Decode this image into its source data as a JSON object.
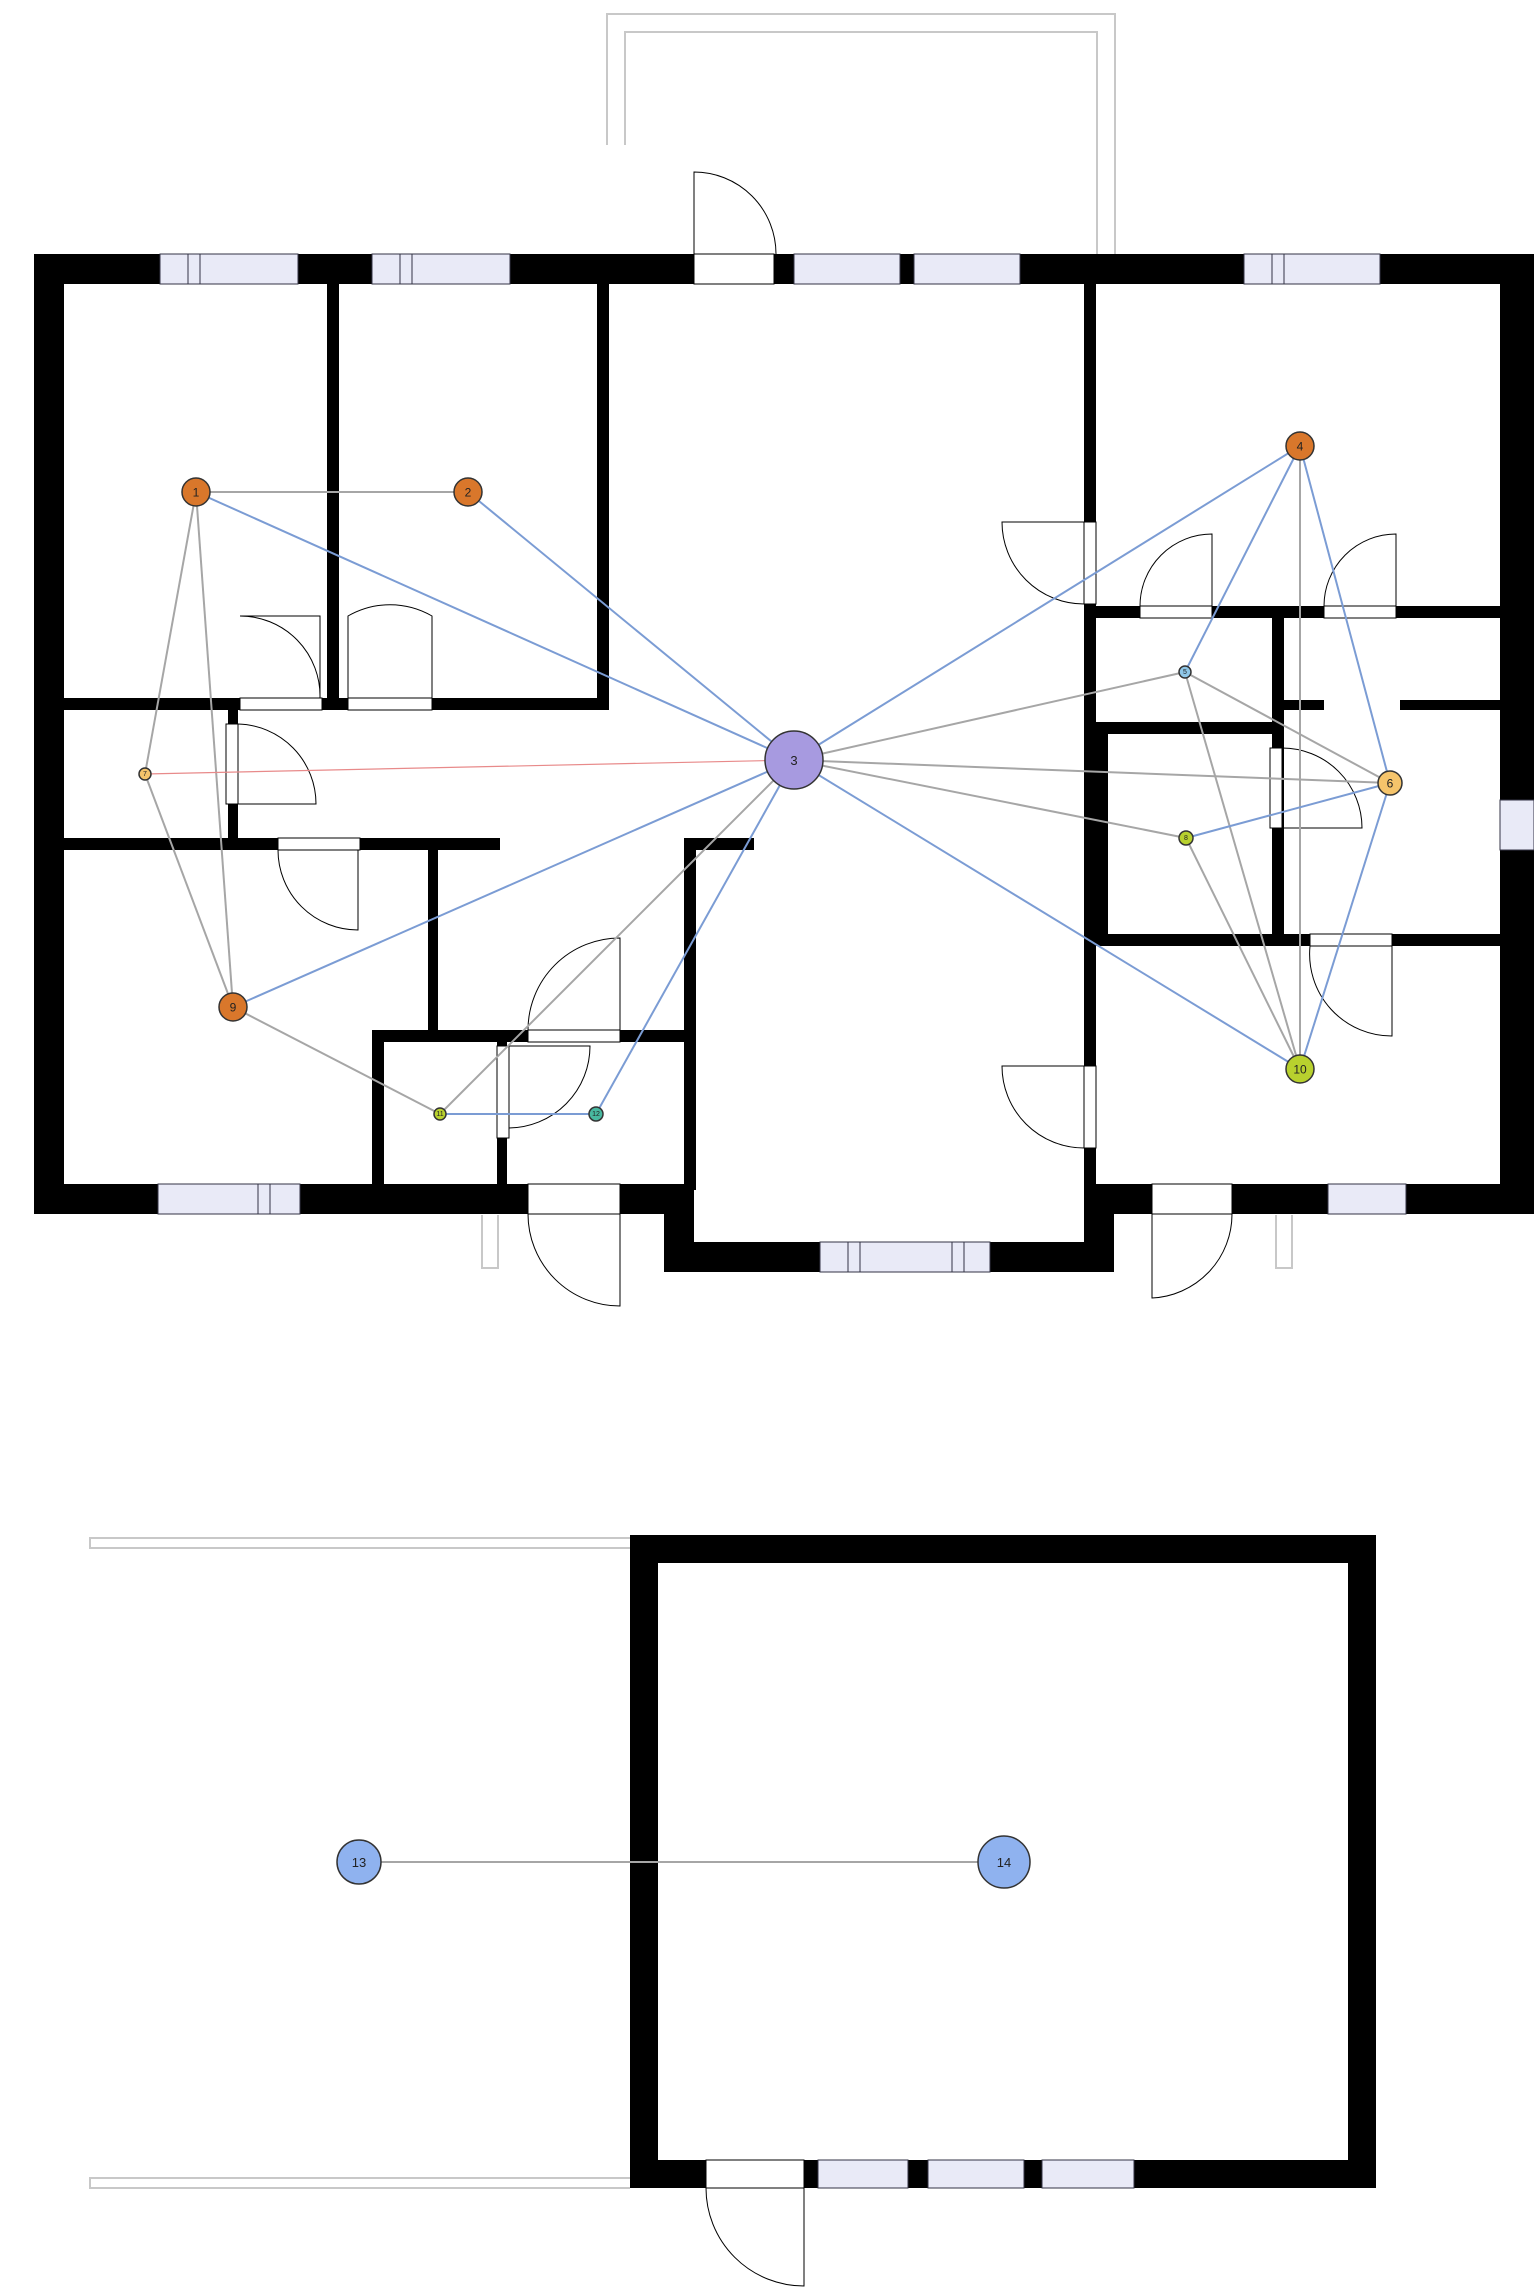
{
  "diagram": {
    "type": "floor-plan-graph",
    "colors": {
      "edge_gray": "#a6a6a6",
      "edge_blue": "#7b9cd4",
      "edge_red": "#e88a8a",
      "node_orange": "#d9772b",
      "node_purple": "#a79ae0",
      "node_yellow": "#f5c46b",
      "node_lime": "#b8d12e",
      "node_teal": "#48b8a0",
      "node_sky": "#8fc7e8",
      "node_blue": "#8fb2ef"
    },
    "nodes": [
      {
        "id": "1",
        "label": "1",
        "color": "#d9772b"
      },
      {
        "id": "2",
        "label": "2",
        "color": "#d9772b"
      },
      {
        "id": "3",
        "label": "3",
        "color": "#a79ae0"
      },
      {
        "id": "4",
        "label": "4",
        "color": "#d9772b"
      },
      {
        "id": "5",
        "label": "5",
        "color": "#8fc7e8"
      },
      {
        "id": "6",
        "label": "6",
        "color": "#f5c46b"
      },
      {
        "id": "7",
        "label": "7",
        "color": "#f5c46b"
      },
      {
        "id": "8",
        "label": "8",
        "color": "#b8d12e"
      },
      {
        "id": "9",
        "label": "9",
        "color": "#d9772b"
      },
      {
        "id": "10",
        "label": "10",
        "color": "#b8d12e"
      },
      {
        "id": "11",
        "label": "11",
        "color": "#b8d12e"
      },
      {
        "id": "12",
        "label": "12",
        "color": "#48b8a0"
      },
      {
        "id": "13",
        "label": "13",
        "color": "#8fb2ef"
      },
      {
        "id": "14",
        "label": "14",
        "color": "#8fb2ef"
      }
    ],
    "edges": [
      {
        "from": "1",
        "to": "2",
        "kind": "gray"
      },
      {
        "from": "1",
        "to": "3",
        "kind": "blue"
      },
      {
        "from": "1",
        "to": "7",
        "kind": "gray"
      },
      {
        "from": "1",
        "to": "9",
        "kind": "gray"
      },
      {
        "from": "2",
        "to": "3",
        "kind": "blue"
      },
      {
        "from": "3",
        "to": "7",
        "kind": "red"
      },
      {
        "from": "3",
        "to": "4",
        "kind": "blue"
      },
      {
        "from": "3",
        "to": "5",
        "kind": "gray"
      },
      {
        "from": "3",
        "to": "6",
        "kind": "gray"
      },
      {
        "from": "3",
        "to": "8",
        "kind": "gray"
      },
      {
        "from": "3",
        "to": "9",
        "kind": "blue"
      },
      {
        "from": "3",
        "to": "10",
        "kind": "blue"
      },
      {
        "from": "3",
        "to": "11",
        "kind": "gray"
      },
      {
        "from": "3",
        "to": "12",
        "kind": "blue"
      },
      {
        "from": "4",
        "to": "5",
        "kind": "blue"
      },
      {
        "from": "4",
        "to": "6",
        "kind": "blue"
      },
      {
        "from": "4",
        "to": "10",
        "kind": "gray"
      },
      {
        "from": "5",
        "to": "6",
        "kind": "gray"
      },
      {
        "from": "5",
        "to": "10",
        "kind": "gray"
      },
      {
        "from": "6",
        "to": "8",
        "kind": "blue"
      },
      {
        "from": "6",
        "to": "10",
        "kind": "blue"
      },
      {
        "from": "7",
        "to": "9",
        "kind": "gray"
      },
      {
        "from": "8",
        "to": "10",
        "kind": "gray"
      },
      {
        "from": "9",
        "to": "11",
        "kind": "gray"
      },
      {
        "from": "11",
        "to": "12",
        "kind": "blue"
      },
      {
        "from": "13",
        "to": "14",
        "kind": "gray"
      }
    ]
  }
}
